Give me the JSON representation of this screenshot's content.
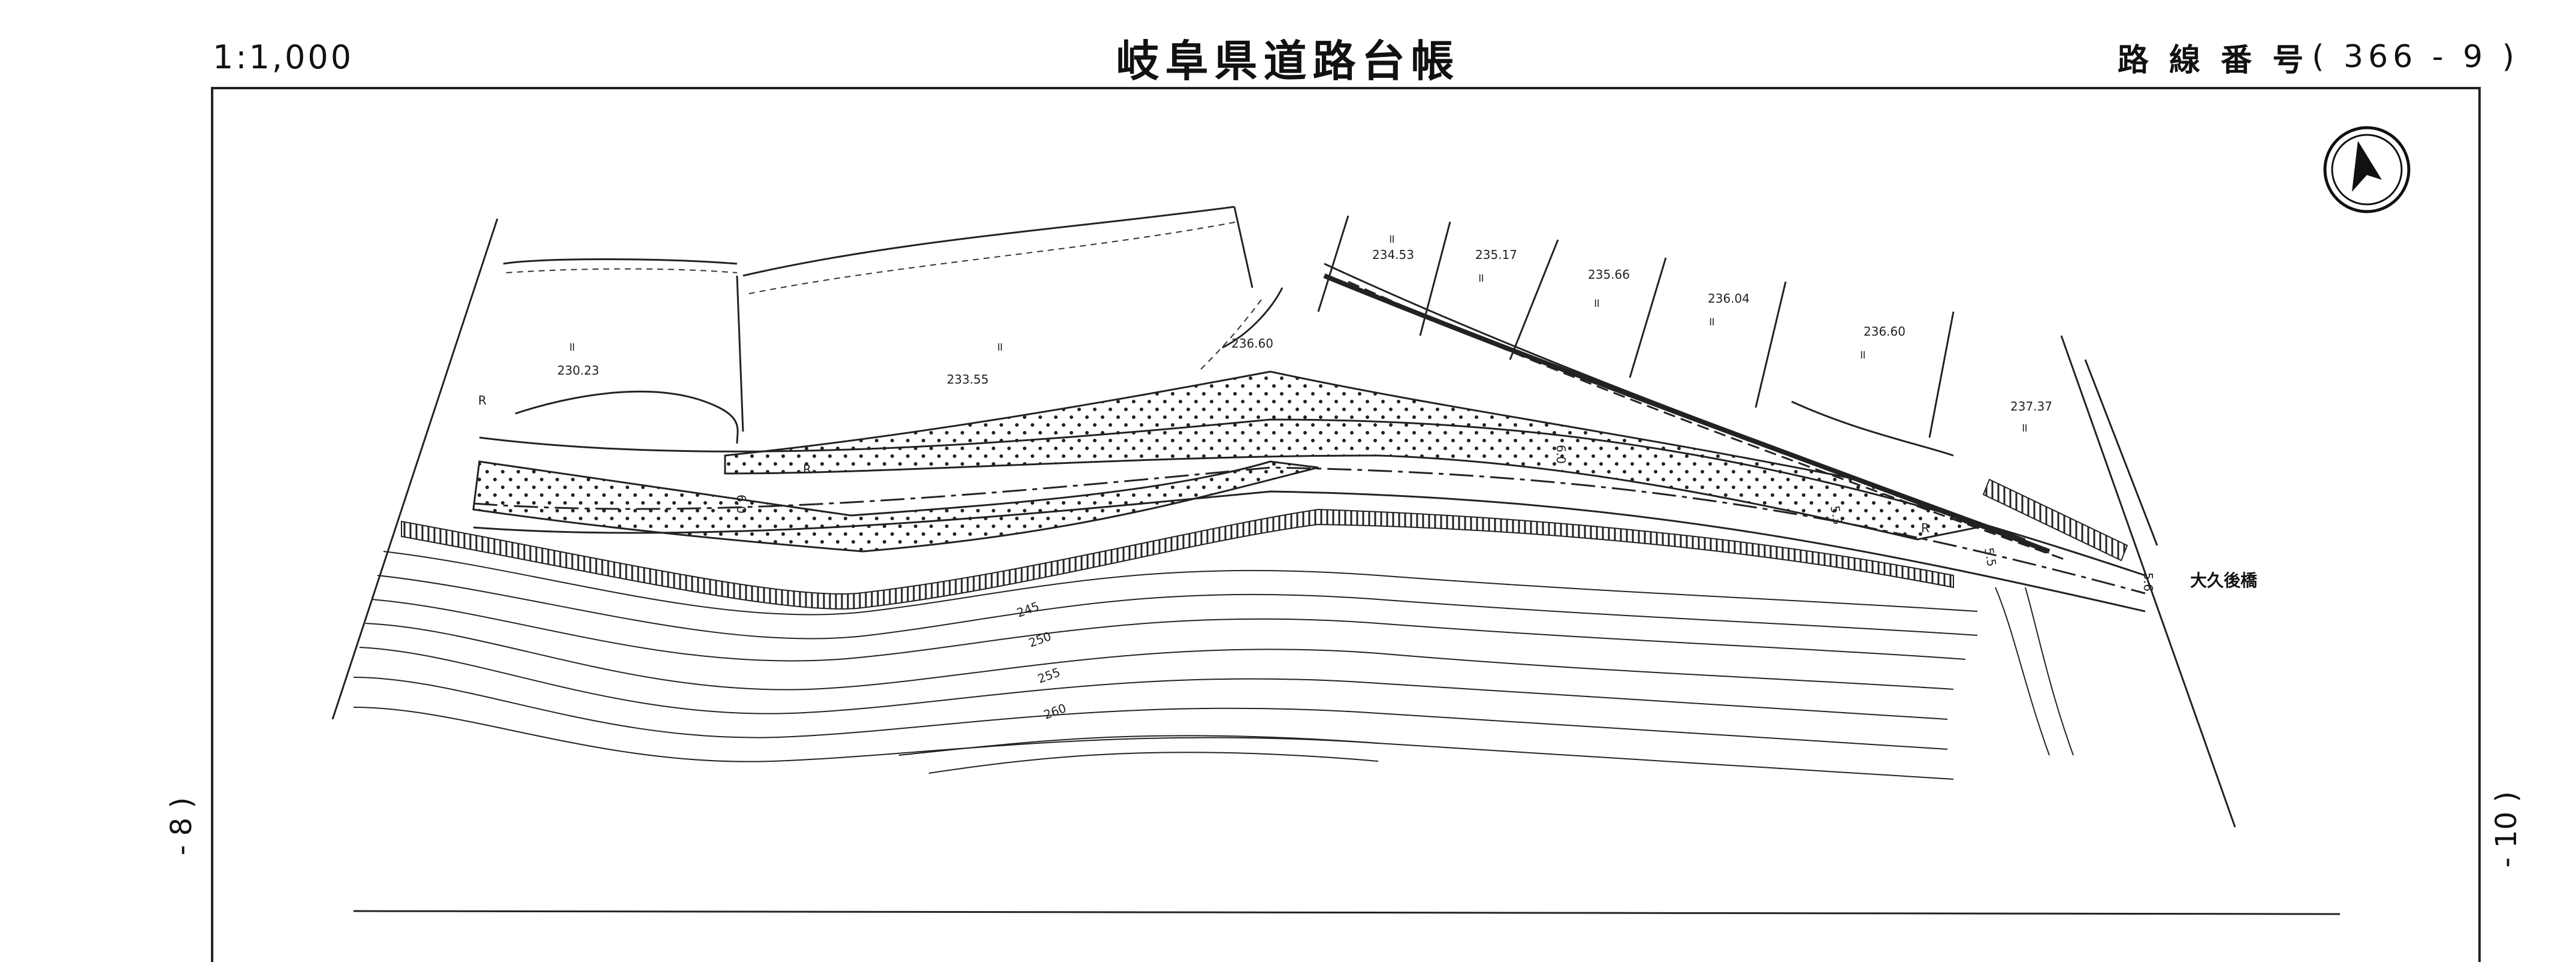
{
  "header": {
    "scale": "1:1,000",
    "title": "岐阜県道路台帳",
    "route_label": "路 線 番 号",
    "route_number": "( 366 - 9       )"
  },
  "side": {
    "left_page": "- 8 )",
    "right_page": "- 10 )"
  },
  "map": {
    "north_arrow": "north-arrow-icon",
    "bridge_name": "大久後橋",
    "land_use_mark": "॥",
    "elevations": [
      "230.23",
      "233.55",
      "236.60",
      "234.53",
      "235.17",
      "235.66",
      "236.04",
      "236.60",
      "237.37"
    ],
    "contours": [
      "245",
      "250",
      "255",
      "260"
    ],
    "road_widths": [
      "6.0",
      "6.0",
      "5.3",
      "5.5",
      "5.6"
    ],
    "curve_label": "R"
  }
}
